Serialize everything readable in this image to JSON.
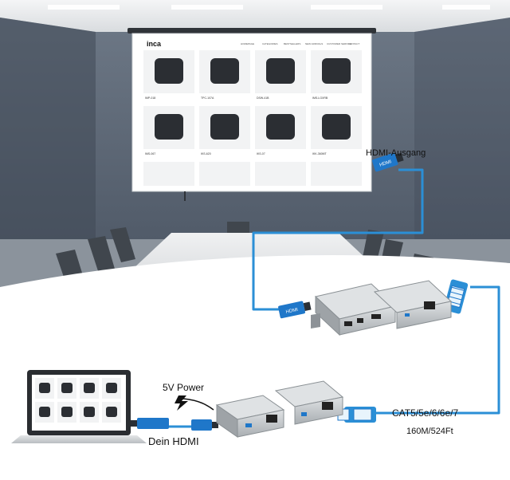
{
  "labels": {
    "hdmi_output": "HDMI-Ausgang",
    "power": "5V Power",
    "your_hdmi": "Dein HDMI",
    "cable_type": "CAT5/5e/6/6e/7",
    "cable_length": "160M/524Ft",
    "hdmi_plug": "HDMI"
  },
  "screen": {
    "brand": "inca",
    "nav_tabs": [
      "HOMEPAGE",
      "CATEGORIES",
      "BESTSELLERS",
      "NEW ARRIVALS",
      "CUSTOMER SERVICE",
      "CONTACT"
    ],
    "products": [
      {
        "icon": "mousepad-icon",
        "code": "IMP-018"
      },
      {
        "icon": "usb-hub-icon",
        "code": "TPC-107A"
      },
      {
        "icon": "hdmi-switch-icon",
        "code": "DSW-41B"
      },
      {
        "icon": "gaming-mouse-icon",
        "code": "IMS-LGXRB"
      },
      {
        "icon": "rgb-mouse-icon",
        "code": "IMS-067"
      },
      {
        "icon": "speakers-icon",
        "code": "IKS-620"
      },
      {
        "icon": "coffee-machine-icon",
        "code": "IKS-07"
      },
      {
        "icon": "keyboard-icon",
        "code": "IKK-360MT"
      }
    ]
  },
  "colors": {
    "cable_blue": "#2b8fd6",
    "hdmi_plug_blue": "#1f77c9",
    "wall": "#5f6a78",
    "table": "#e8eaec",
    "extender_body": "#c8cccf"
  }
}
